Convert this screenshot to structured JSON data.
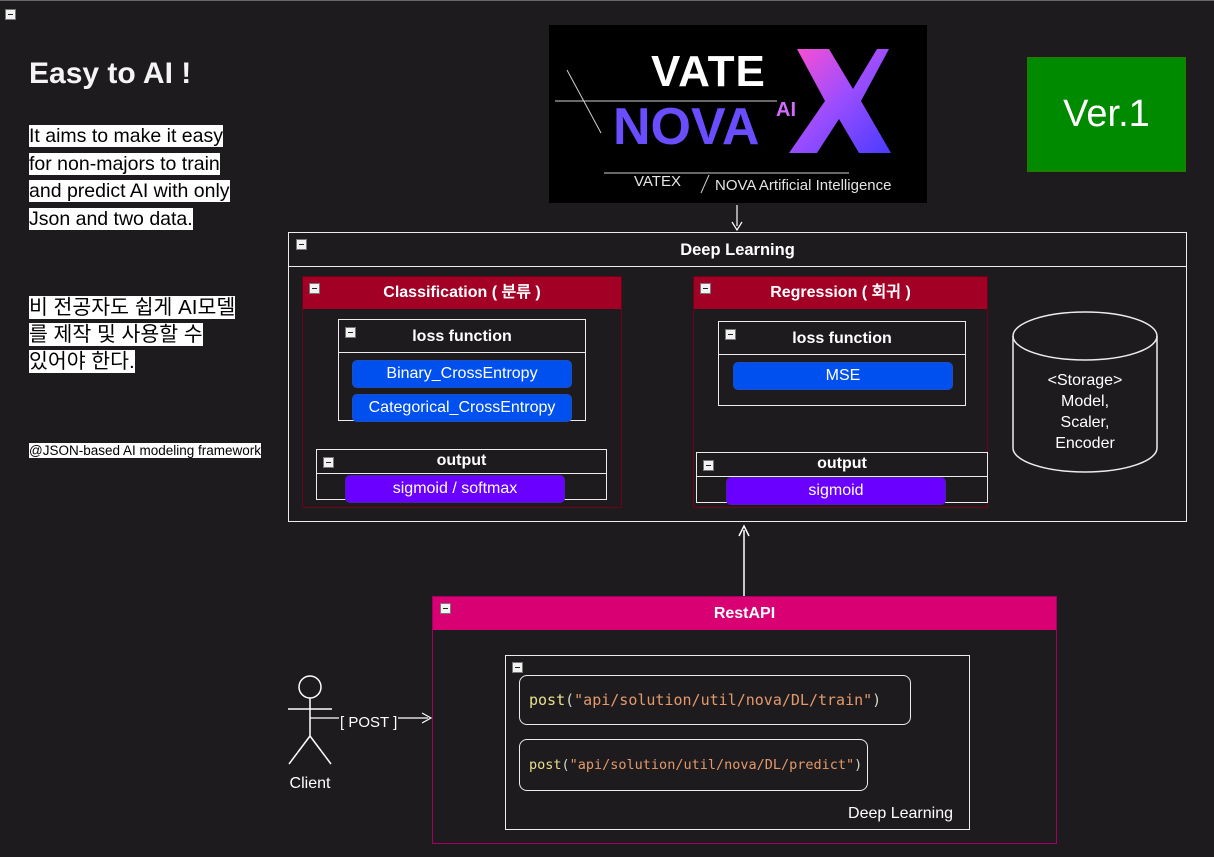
{
  "page": {
    "title": "Easy to AI !",
    "description_en": [
      "It aims to make it easy",
      "for non-majors to train",
      "and predict AI with only",
      "Json and two data."
    ],
    "description_ko": [
      "비 전공자도 쉽게 AI모델",
      "를 제작 및 사용할 수",
      "있어야 한다."
    ],
    "tagline": "@JSON-based AI modeling framework",
    "version": "Ver.1"
  },
  "logo": {
    "line1": "VATE",
    "line2": "NOVA",
    "ai": "AI",
    "x": "X",
    "subtitle_left": "VATEX",
    "subtitle_right": "NOVA Artificial Intelligence"
  },
  "deep_learning": {
    "title": "Deep Learning",
    "classification": {
      "title": "Classification ( 분류 )",
      "loss_title": "loss function",
      "losses": [
        "Binary_CrossEntropy",
        "Categorical_CrossEntropy"
      ],
      "output_title": "output",
      "output": "sigmoid / softmax"
    },
    "regression": {
      "title": "Regression ( 회귀 )",
      "loss_title": "loss function",
      "losses": [
        "MSE"
      ],
      "output_title": "output",
      "output": "sigmoid"
    },
    "storage": [
      "<Storage>",
      "Model,",
      "Scaler,",
      "Encoder"
    ]
  },
  "restapi": {
    "title": "RestAPI",
    "endpoints": [
      {
        "fn": "post",
        "path": "\"api/solution/util/nova/DL/train\""
      },
      {
        "fn": "post",
        "path": "\"api/solution/util/nova/DL/predict\""
      }
    ],
    "footer": "Deep Learning"
  },
  "client": {
    "label": "Client",
    "edge_label": "[ POST ]"
  },
  "colors": {
    "background": "#1e1b1f",
    "class_header": "#a20025",
    "restapi_header": "#d80073",
    "blue_pill": "#0050ef",
    "purple_pill": "#6a00ff",
    "version_box": "#008a00"
  }
}
